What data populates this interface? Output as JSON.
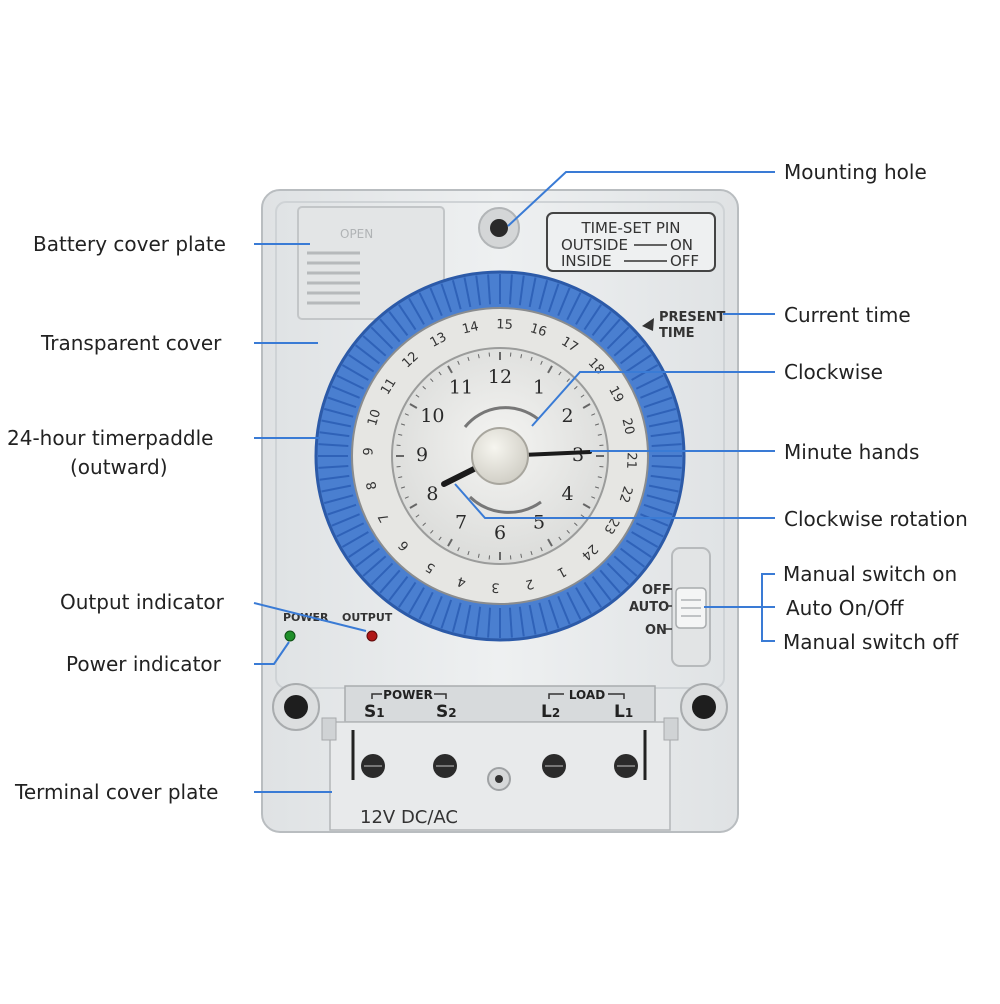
{
  "labels": {
    "mounting_hole": "Mounting hole",
    "battery_cover_plate": "Battery cover plate",
    "current_time": "Current time",
    "transparent_cover": "Transparent cover",
    "clockwise": "Clockwise",
    "timer_paddle_line1": "24-hour timerpaddle",
    "timer_paddle_line2": "(outward)",
    "minute_hands": "Minute hands",
    "clockwise_rotation": "Clockwise rotation",
    "manual_switch_on": "Manual switch on",
    "auto_on_off": "Auto On/Off",
    "manual_switch_off": "Manual switch off",
    "output_indicator": "Output indicator",
    "power_indicator": "Power indicator",
    "terminal_cover_plate": "Terminal cover plate"
  },
  "device": {
    "battery_open": "OPEN",
    "pin_line1": "TIME-SET PIN",
    "pin_line2_a": "OUTSIDE",
    "pin_line2_b": "ON",
    "pin_line3_a": "INSIDE",
    "pin_line3_b": "OFF",
    "present_1": "PRESENT",
    "present_2": "TIME",
    "switch_off": "OFF",
    "switch_auto": "AUTO",
    "switch_on": "ON",
    "power_led": "POWER",
    "output_led": "OUTPUT",
    "terminal_power": "POWER",
    "terminal_load": "LOAD",
    "t_s1": "S",
    "t_s1_sub": "1",
    "t_s2": "S",
    "t_s2_sub": "2",
    "t_l2": "L",
    "t_l2_sub": "2",
    "t_l1": "L",
    "t_l1_sub": "1",
    "voltage": "12V  DC/AC"
  },
  "dial": {
    "hours24": [
      "13",
      "14",
      "15",
      "16",
      "17",
      "18",
      "19",
      "20",
      "21",
      "22",
      "23",
      "24",
      "1",
      "2",
      "3",
      "4",
      "5",
      "6",
      "7",
      "8",
      "9",
      "10",
      "11",
      "12"
    ],
    "hours12": [
      "12",
      "1",
      "2",
      "3",
      "4",
      "5",
      "6",
      "7",
      "8",
      "9",
      "10",
      "11"
    ]
  },
  "colors": {
    "ring_blue": "#4a7fd0",
    "leader_blue": "#3a7bd5",
    "body_grey": "#e9ebec",
    "led_green": "#1f8f2a",
    "led_red": "#b01818"
  }
}
